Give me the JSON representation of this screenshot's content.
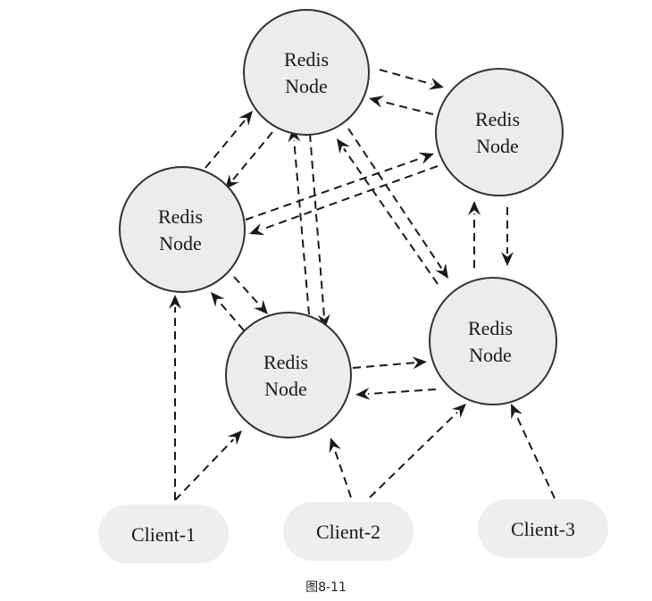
{
  "figure": {
    "caption": "图8-11",
    "nodes": [
      {
        "id": "n-top",
        "label_line1": "Redis",
        "label_line2": "Node"
      },
      {
        "id": "n-topright",
        "label_line1": "Redis",
        "label_line2": "Node"
      },
      {
        "id": "n-left",
        "label_line1": "Redis",
        "label_line2": "Node"
      },
      {
        "id": "n-center",
        "label_line1": "Redis",
        "label_line2": "Node"
      },
      {
        "id": "n-right",
        "label_line1": "Redis",
        "label_line2": "Node"
      }
    ],
    "clients": [
      {
        "id": "c1",
        "label": "Client-1"
      },
      {
        "id": "c2",
        "label": "Client-2"
      },
      {
        "id": "c3",
        "label": "Client-3"
      }
    ],
    "edges": [
      {
        "from": "n-top",
        "to": "n-topright",
        "style": "dashed-arrow"
      },
      {
        "from": "n-topright",
        "to": "n-top",
        "style": "dashed-arrow"
      },
      {
        "from": "n-left",
        "to": "n-top",
        "style": "dashed-arrow"
      },
      {
        "from": "n-top",
        "to": "n-left",
        "style": "dashed-arrow"
      },
      {
        "from": "n-left",
        "to": "n-topright",
        "style": "dashed-arrow"
      },
      {
        "from": "n-topright",
        "to": "n-left",
        "style": "dashed-arrow"
      },
      {
        "from": "n-center",
        "to": "n-top",
        "style": "dashed-arrow"
      },
      {
        "from": "n-top",
        "to": "n-center",
        "style": "dashed-arrow"
      },
      {
        "from": "n-right",
        "to": "n-top",
        "style": "dashed-arrow"
      },
      {
        "from": "n-top",
        "to": "n-right",
        "style": "dashed-arrow"
      },
      {
        "from": "n-right",
        "to": "n-topright",
        "style": "dashed-arrow"
      },
      {
        "from": "n-topright",
        "to": "n-right",
        "style": "dashed-arrow"
      },
      {
        "from": "n-left",
        "to": "n-center",
        "style": "dashed-arrow"
      },
      {
        "from": "n-center",
        "to": "n-left",
        "style": "dashed-arrow"
      },
      {
        "from": "n-center",
        "to": "n-right",
        "style": "dashed-arrow"
      },
      {
        "from": "n-right",
        "to": "n-center",
        "style": "dashed-arrow"
      },
      {
        "from": "c1",
        "to": "n-left",
        "style": "dashed-arrow"
      },
      {
        "from": "c1",
        "to": "n-center",
        "style": "dashed-arrow"
      },
      {
        "from": "c2",
        "to": "n-center",
        "style": "dashed-arrow"
      },
      {
        "from": "c2",
        "to": "n-right",
        "style": "dashed-arrow"
      },
      {
        "from": "c3",
        "to": "n-right",
        "style": "dashed-arrow"
      }
    ]
  }
}
